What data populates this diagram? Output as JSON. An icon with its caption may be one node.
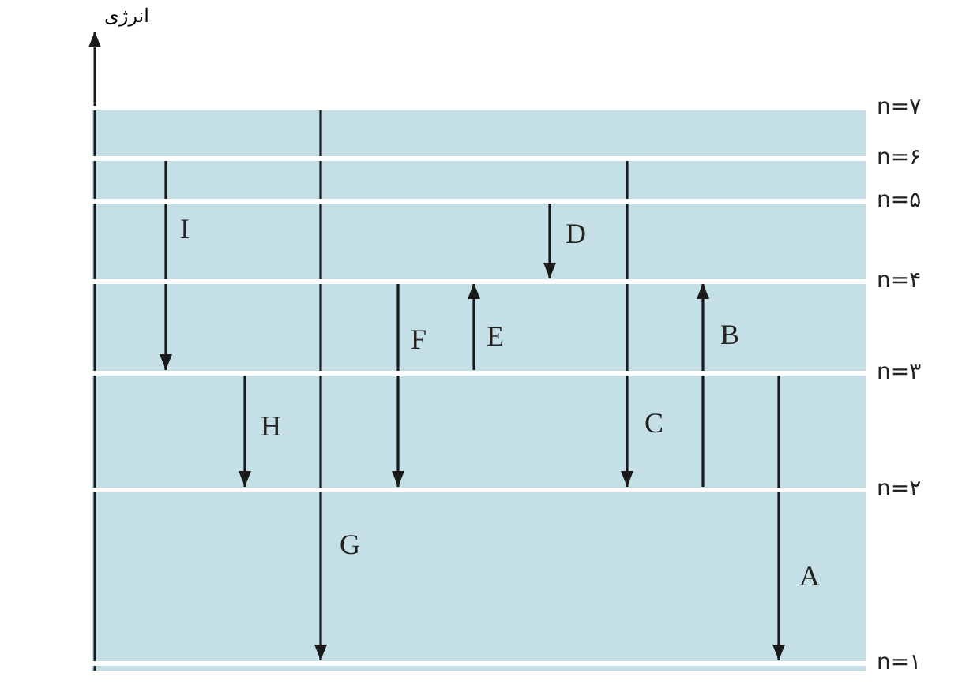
{
  "diagram": {
    "nodes": [
      {
        "text": [
          "n=۷"
        ]
      },
      {
        "text": [
          "n=۶"
        ]
      },
      {
        "text": [
          "n=۵"
        ]
      },
      {
        "text": [
          "n=۴"
        ]
      },
      {
        "text": [
          "n=۳"
        ]
      },
      {
        "text": [
          "n=۲"
        ]
      },
      {
        "text": [
          "n=۱"
        ]
      }
    ],
    "edges": [
      {
        "from": 1,
        "to": 4,
        "arrow": "to",
        "label": "I"
      },
      {
        "from": 4,
        "to": 5,
        "arrow": "to",
        "label": "H"
      },
      {
        "from": 0,
        "to": 6,
        "arrow": "to",
        "label": "G"
      },
      {
        "from": 3,
        "to": 5,
        "arrow": "to",
        "label": "F"
      },
      {
        "from": 4,
        "to": 3,
        "arrow": "to",
        "label": "E"
      },
      {
        "from": 2,
        "to": 3,
        "arrow": "to",
        "label": "D"
      },
      {
        "from": 1,
        "to": 5,
        "arrow": "to",
        "label": "C"
      },
      {
        "from": 5,
        "to": 3,
        "arrow": "to",
        "label": "B"
      },
      {
        "from": 4,
        "to": 6,
        "arrow": "to",
        "label": "A"
      }
    ],
    "labels": [
      "انرژی"
    ]
  }
}
